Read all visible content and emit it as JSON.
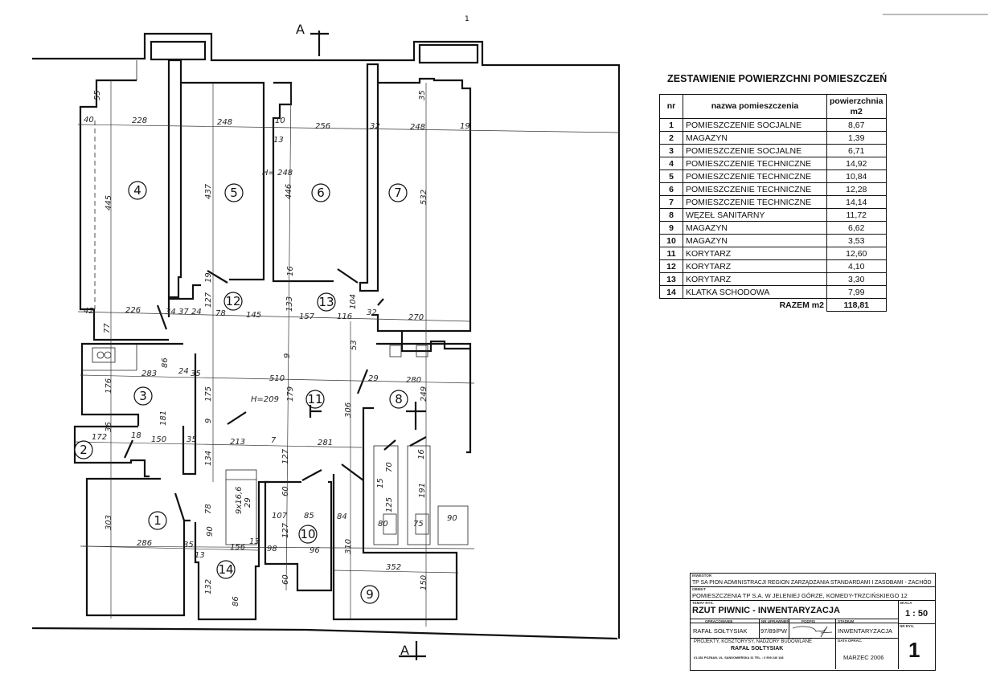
{
  "summary": {
    "title": "ZESTAWIENIE POWIERZCHNI POMIESZCZEŃ",
    "headers": {
      "nr": "nr",
      "name": "nazwa pomieszczenia",
      "area": "powierzchnia m2"
    },
    "rows": [
      {
        "nr": "1",
        "name": "POMIESZCZENIE SOCJALNE",
        "area": "8,67"
      },
      {
        "nr": "2",
        "name": "MAGAZYN",
        "area": "1,39"
      },
      {
        "nr": "3",
        "name": "POMIESZCZENIE SOCJALNE",
        "area": "6,71"
      },
      {
        "nr": "4",
        "name": "POMIESZCZENIE TECHNICZNE",
        "area": "14,92"
      },
      {
        "nr": "5",
        "name": "POMIESZCZENIE TECHNICZNE",
        "area": "10,84"
      },
      {
        "nr": "6",
        "name": "POMIESZCZENIE TECHNICZNE",
        "area": "12,28"
      },
      {
        "nr": "7",
        "name": "POMIESZCZENIE TECHNICZNE",
        "area": "14,14"
      },
      {
        "nr": "8",
        "name": "WĘZEŁ SANITARNY",
        "area": "11,72"
      },
      {
        "nr": "9",
        "name": "MAGAZYN",
        "area": "6,62"
      },
      {
        "nr": "10",
        "name": "MAGAZYN",
        "area": "3,53"
      },
      {
        "nr": "11",
        "name": "KORYTARZ",
        "area": "12,60"
      },
      {
        "nr": "12",
        "name": "KORYTARZ",
        "area": "4,10"
      },
      {
        "nr": "13",
        "name": "KORYTARZ",
        "area": "3,30"
      },
      {
        "nr": "14",
        "name": "KLATKA SCHODOWA",
        "area": "7,99"
      }
    ],
    "total_label": "RAZEM m2",
    "total_value": "118,81"
  },
  "title_block": {
    "investor_label": "INWESTOR",
    "investor": "TP SA PION ADMINISTRACJI REGION ZARZĄDZANIA STANDARDAMI I ZASOBAMI - ZACHÓD",
    "object_label": "OBIEKT",
    "object": "POMIESZCZENIA TP S.A. W JELENIEJ GÓRZE, KOMEDY-TRZCIŃSKIEGO 12",
    "subject_label": "TEMAT RYS.",
    "subject": "RZUT PIWNIC - INWENTARYZACJA",
    "scale_label": "SKALA",
    "scale": "1 : 50",
    "author_label": "OPRACOWANIE",
    "author": "RAFAŁ SOŁTYSIAK",
    "license_label": "NR UPRAWNIEŃ",
    "license": "97/89/PW",
    "signature_label": "PODPIS",
    "stage_label": "STADIUM",
    "stage": "INWENTARYZACJA",
    "date_label": "DATA OPRAC.",
    "date": "MARZEC 2006",
    "drawing_no_label": "NR RYS.",
    "drawing_no": "1",
    "firm_line": "PROJEKTY, KOSZTORYSY, NADZORY BUDOWLANE",
    "firm_name": "RAFAŁ SOŁTYSIAK",
    "firm_address": "61-381 POZNAŃ, UL. SANDOMIERSKA 31    TEL. : 0 509 240 148"
  },
  "plan": {
    "rooms": [
      "1",
      "2",
      "3",
      "4",
      "5",
      "6",
      "7",
      "8",
      "9",
      "10",
      "11",
      "12",
      "13",
      "14"
    ],
    "section_top": "A",
    "section_bottom": "A",
    "page_mark": "1",
    "heights": [
      "H= 248",
      "H=209"
    ],
    "dims": [
      "40",
      "228",
      "248",
      "10",
      "13",
      "256",
      "32",
      "248",
      "19",
      "55",
      "445",
      "437",
      "446",
      "532",
      "35",
      "42",
      "226",
      "34",
      "37",
      "24",
      "127",
      "78",
      "145",
      "133",
      "157",
      "116",
      "32",
      "270",
      "77",
      "19",
      "16",
      "104",
      "283",
      "86",
      "24",
      "35",
      "176",
      "510",
      "280",
      "175",
      "179",
      "249",
      "306",
      "172",
      "18",
      "150",
      "36",
      "181",
      "35",
      "213",
      "7",
      "281",
      "134",
      "127",
      "60",
      "29",
      "9x16,6",
      "78",
      "90",
      "13",
      "107",
      "85",
      "84",
      "127",
      "70",
      "125",
      "15",
      "191",
      "16",
      "303",
      "286",
      "35",
      "156",
      "13",
      "98",
      "96",
      "310",
      "352",
      "150",
      "132",
      "86",
      "60",
      "80",
      "75",
      "90",
      "53",
      "9",
      "9",
      "29"
    ]
  }
}
